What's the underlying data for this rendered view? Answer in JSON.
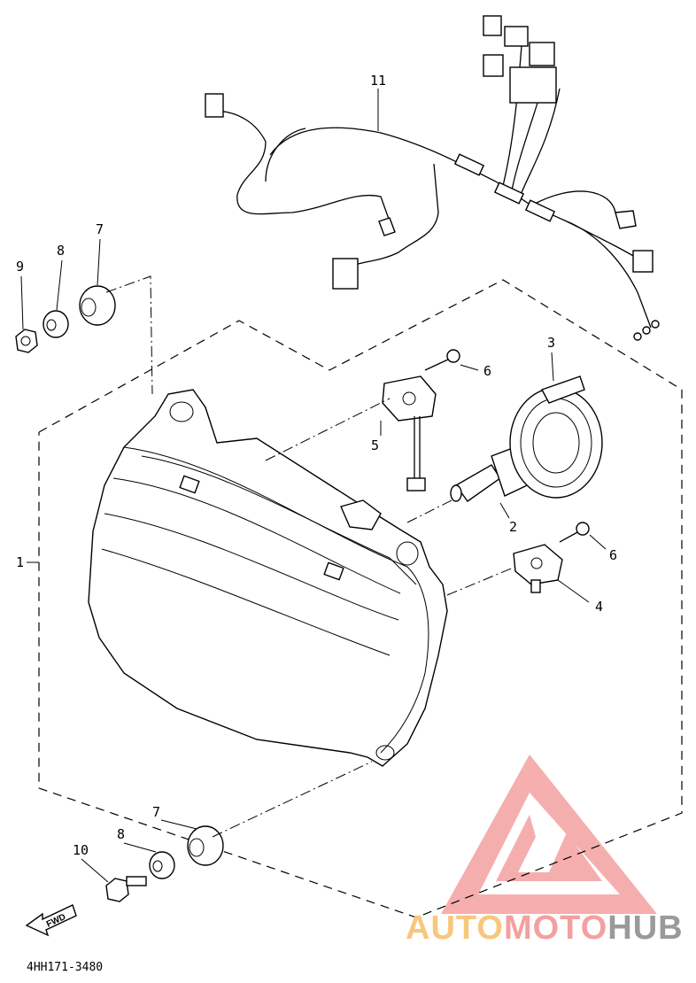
{
  "diagram": {
    "code": "4HH171-3480",
    "fwd_label": "FWD",
    "labels": {
      "p1": "1",
      "p2": "2",
      "p3": "3",
      "p4": "4",
      "p5": "5",
      "p6a": "6",
      "p6b": "6",
      "p7a": "7",
      "p7b": "7",
      "p8a": "8",
      "p8b": "8",
      "p9": "9",
      "p10": "10",
      "p11": "11"
    }
  },
  "watermark": {
    "part1": "AUTO",
    "part2": "MOTO",
    "part3": "HUB",
    "colors": {
      "logo": "#f4a0a0",
      "auto": "#f7c77e",
      "moto": "#f4a0a0",
      "hub": "#9a9a9a"
    }
  }
}
